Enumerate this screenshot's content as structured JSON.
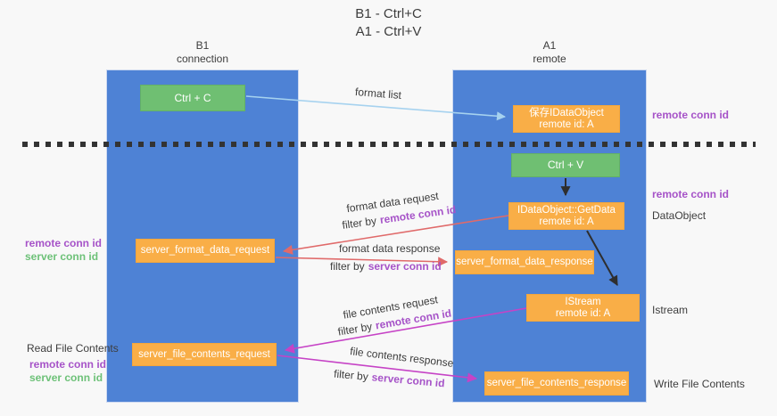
{
  "title": {
    "line1": "B1 - Ctrl+C",
    "line2": "A1 - Ctrl+V"
  },
  "columns": {
    "left": {
      "name": "B1",
      "role": "connection"
    },
    "right": {
      "name": "A1",
      "role": "remote"
    }
  },
  "nodes": {
    "ctrl_c": "Ctrl + C",
    "ctrl_v": "Ctrl + V",
    "save_idataobject": {
      "line1": "保存IDataObject",
      "line2": "remote id: A"
    },
    "getdata": {
      "line1": "IDataObject::GetData",
      "line2": "remote id: A"
    },
    "istream": {
      "line1": "IStream",
      "line2": "remote id: A"
    },
    "format_request": "server_format_data_request",
    "format_response": "server_format_data_response",
    "file_request": "server_file_contents_request",
    "file_response": "server_file_contents_response"
  },
  "arrow_labels": {
    "format_list": "format list",
    "format_data_request": "format data request",
    "format_data_response": "format data response",
    "file_contents_request": "file contents request",
    "file_contents_response": "file contents response",
    "filter_by": "filter by",
    "remote_conn_id": "remote conn id",
    "server_conn_id": "server conn id"
  },
  "side_labels": {
    "remote_conn_id": "remote conn id",
    "server_conn_id": "server conn id",
    "dataobject": "DataObject",
    "istream": "Istream",
    "read_file_contents": "Read File Contents",
    "write_file_contents": "Write File Contents"
  },
  "colors": {
    "column_blue": "#4e82d5",
    "node_green": "#6fbf72",
    "node_orange": "#f9ae47",
    "arrow_blue": "#a6d2ef",
    "arrow_salmon": "#e06a6a",
    "arrow_magenta": "#c643c6",
    "arrow_black": "#2e2e2e",
    "label_purple": "#a653c8",
    "label_green": "#6dc178",
    "text_dark": "#3d3d3d"
  }
}
